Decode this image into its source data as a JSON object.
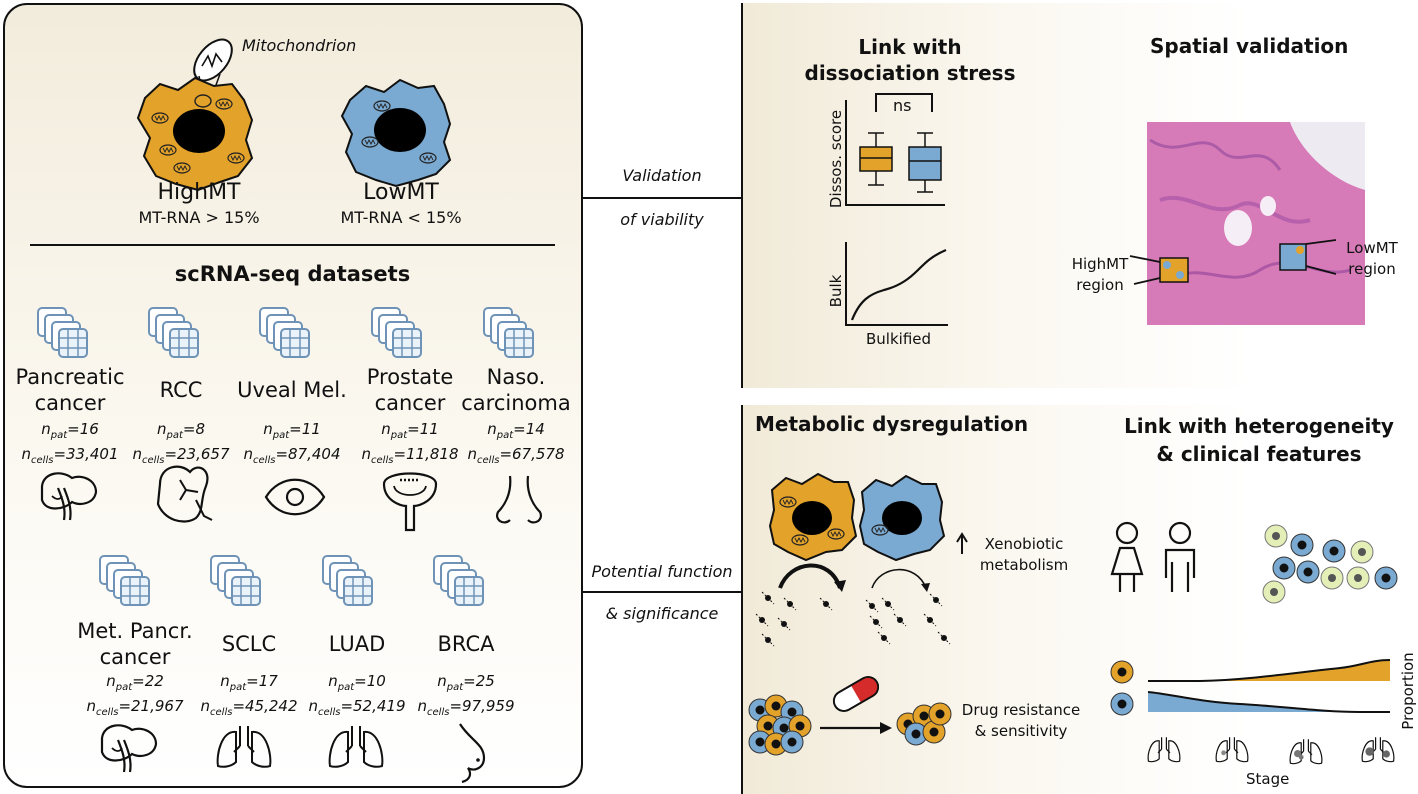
{
  "left": {
    "mito_label": "Mitochondrion",
    "cells": [
      {
        "name": "HighMT",
        "criterion": "MT-RNA > 15%",
        "color": "#e3a22a"
      },
      {
        "name": "LowMT",
        "criterion": "MT-RNA < 15%",
        "color": "#7aa9d1"
      }
    ],
    "datasets_title": "scRNA-seq datasets",
    "datasets": [
      {
        "name": "Pancreatic cancer",
        "n_pat": "=16",
        "n_cells": "=33,401",
        "organ_icon": "pancreas-icon"
      },
      {
        "name": "RCC",
        "n_pat": "=8",
        "n_cells": "=23,657",
        "organ_icon": "kidney-icon"
      },
      {
        "name": "Uveal Mel.",
        "n_pat": "=11",
        "n_cells": "=87,404",
        "organ_icon": "eye-icon"
      },
      {
        "name": "Prostate cancer",
        "n_pat": "=11",
        "n_cells": "=11,818",
        "organ_icon": "prostate-icon"
      },
      {
        "name": "Naso. carcinoma",
        "n_pat": "=14",
        "n_cells": "=67,578",
        "organ_icon": "nose-icon"
      },
      {
        "name": "Met. Pancr. cancer",
        "n_pat": "=22",
        "n_cells": "=21,967",
        "organ_icon": "pancreas-icon"
      },
      {
        "name": "SCLC",
        "n_pat": "=17",
        "n_cells": "=45,242",
        "organ_icon": "lungs-icon"
      },
      {
        "name": "LUAD",
        "n_pat": "=10",
        "n_cells": "=52,419",
        "organ_icon": "lungs-icon"
      },
      {
        "name": "BRCA",
        "n_pat": "=25",
        "n_cells": "=97,959",
        "organ_icon": "breast-icon"
      }
    ],
    "n_pat_prefix": "n",
    "n_pat_sub": "pat",
    "n_cells_prefix": "n",
    "n_cells_sub": "cells"
  },
  "connectors": {
    "top_line1": "Validation",
    "top_line2": "of viability",
    "bottom_line1": "Potential function",
    "bottom_line2": "& significance"
  },
  "top": {
    "stress_title_1": "Link with",
    "stress_title_2": "dissociation stress",
    "ns_label": "ns",
    "box_ylabel": "Dissos. score",
    "bulk_ylabel": "Bulk",
    "bulk_xlabel": "Bulkified",
    "spatial_title": "Spatial validation",
    "highmt_region_1": "HighMT",
    "highmt_region_2": "region",
    "lowmt_region_1": "LowMT",
    "lowmt_region_2": "region"
  },
  "bottom": {
    "metabolic_title": "Metabolic dysregulation",
    "xeno_1": "Xenobiotic",
    "xeno_2": "metabolism",
    "drug_1": "Drug resistance",
    "drug_2": "& sensitivity",
    "hetero_title_1": "Link with heterogeneity",
    "hetero_title_2": "& clinical features",
    "proportion_label": "Proportion",
    "stage_label": "Stage"
  },
  "colors": {
    "highmt": "#e3a22a",
    "lowmt": "#7aa9d1",
    "grid_icon": "#6f93b6",
    "tissue": "#d77bb8",
    "pale_cell": "#e4efb8",
    "pill_red": "#d62b2b"
  }
}
